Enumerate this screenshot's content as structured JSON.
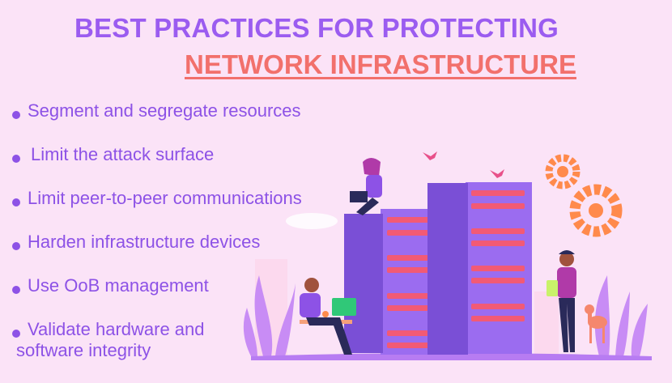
{
  "title": {
    "line1": "BEST PRACTICES FOR PROTECTING",
    "line2": "NETWORK INFRASTRUCTURE"
  },
  "bullets": [
    "Segment and segregate resources",
    "Limit the attack surface",
    "Limit peer-to-peer communications",
    "Harden infrastructure devices",
    "Use OoB management",
    "Validate hardware and",
    "software integrity"
  ],
  "colors": {
    "background": "#fbe3f7",
    "title_purple": "#9b5cf0",
    "title_coral": "#f2706c",
    "bullet_text": "#8d52e6",
    "server_purple": "#9b6cf0",
    "server_slot": "#f25a75",
    "gear_orange": "#ff8a4c"
  },
  "illustration": {
    "icons": [
      "server-rack-icon",
      "gear-icon",
      "person-icon",
      "bird-icon",
      "plant-icon",
      "deer-icon"
    ]
  }
}
